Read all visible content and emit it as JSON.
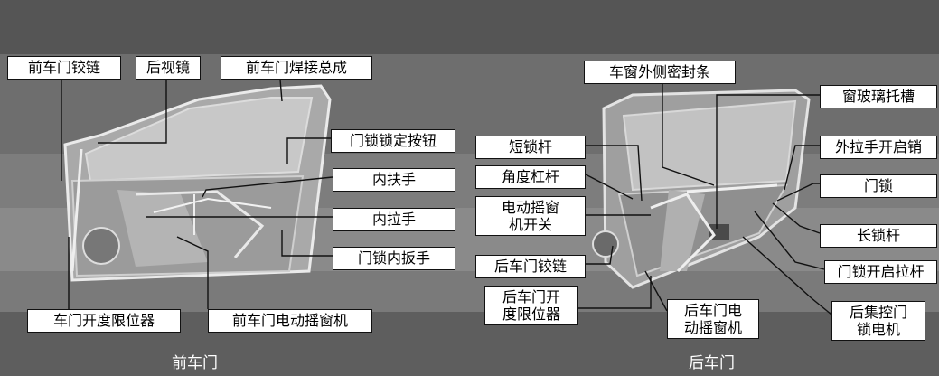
{
  "figure": {
    "captions": {
      "front": "前车门",
      "rear": "后车门"
    },
    "front_labels": {
      "hinge": "前车门铰链",
      "mirror": "后视镜",
      "weld": "前车门焊接总成",
      "lock_button": "门锁锁定按钮",
      "inner_armrest": "内扶手",
      "inner_pull": "内拉手",
      "inner_lever": "门锁内扳手",
      "limiter": "车门开度限位器",
      "motor": "前车门电动摇窗机"
    },
    "rear_labels": {
      "seal": "车窗外侧密封条",
      "glass_tray": "窗玻璃托槽",
      "outer_handle": "外拉手开启销",
      "door_lock": "门锁",
      "short_rod": "短锁杆",
      "angle_lever": "角度杠杆",
      "window_switch_1": "电动摇窗",
      "window_switch_2": "机开关",
      "long_rod": "长锁杆",
      "rear_hinge": "后车门铰链",
      "lock_pull": "门锁开启拉杆",
      "rear_limiter_1": "后车门开",
      "rear_limiter_2": "度限位器",
      "rear_motor_1": "后车门电",
      "rear_motor_2": "动摇窗机",
      "central_lock_1": "后集控门",
      "central_lock_2": "锁电机"
    }
  }
}
